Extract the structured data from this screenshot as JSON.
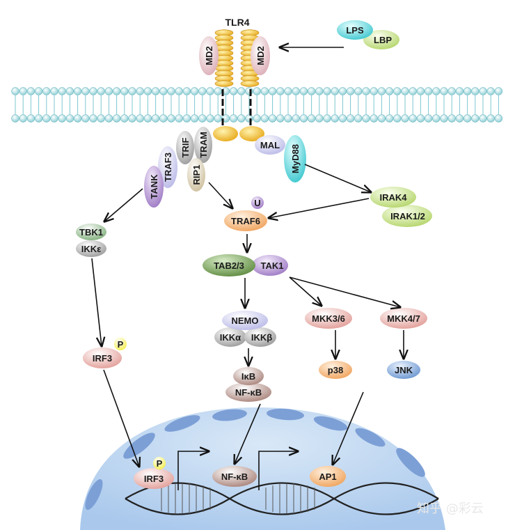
{
  "receptor": {
    "title": "TLR4",
    "md2_left": "MD2",
    "md2_right": "MD2"
  },
  "ligand": {
    "lps": "LPS",
    "lbp": "LBP"
  },
  "adaptors": {
    "mal": "MAL",
    "myd88": "MyD88",
    "trif": "TRIF",
    "tram": "TRAM",
    "traf3": "TRAF3",
    "tank": "TANK",
    "rip1": "RIP1"
  },
  "kinases": {
    "irak4": "IRAK4",
    "irak12": "IRAK1/2",
    "traf6": "TRAF6",
    "ubiquitin": "U",
    "tbk1": "TBK1",
    "ikke": "IKKε",
    "tab23": "TAB2/3",
    "tak1": "TAK1",
    "nemo": "NEMO",
    "ikka": "IKKα",
    "ikkb": "IKKβ",
    "mkk36": "MKK3/6",
    "mkk47": "MKK4/7",
    "p38": "p38",
    "jnk": "JNK",
    "ikb": "IκB",
    "nfkb": "NF-κB",
    "irf3": "IRF3",
    "phospho": "P"
  },
  "nucleus": {
    "irf3": "IRF3",
    "phospho": "P",
    "nfkb": "NF-κB",
    "ap1": "AP1"
  },
  "watermark": "知乎 @彩云"
}
